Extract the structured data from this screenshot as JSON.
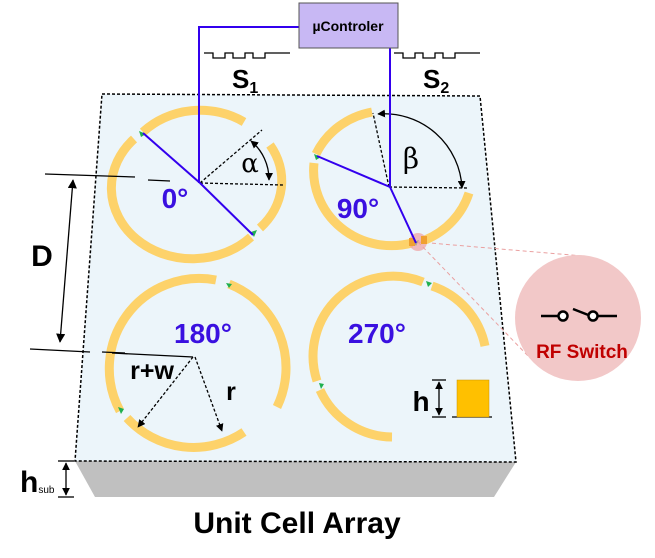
{
  "controller": {
    "label": "µControler"
  },
  "signals": [
    {
      "label": "S",
      "sub": "1"
    },
    {
      "label": "S",
      "sub": "2"
    }
  ],
  "cells": [
    {
      "phase_label": "0°"
    },
    {
      "phase_label": "90°"
    },
    {
      "phase_label": "180°"
    },
    {
      "phase_label": "270°"
    }
  ],
  "angles": {
    "alpha": "α",
    "beta": "β"
  },
  "dimensions": {
    "period": "D",
    "outer_radius": "r+w",
    "inner_radius": "r",
    "height": "h",
    "substrate_height": "h",
    "substrate_height_sub": "sub"
  },
  "rf_switch": {
    "label": "RF Switch"
  },
  "caption": "Unit Cell Array",
  "colors": {
    "ring": "#fdd26a",
    "ring_stroke": "#e8b43a",
    "patch": "#ffc000",
    "control_line": "#3300ee",
    "phase_text": "#3a10e0",
    "switch_marker": "#20b050",
    "controller_fill": "#c8b8f4",
    "substrate_top": "#ecf5fa",
    "substrate_side": "#c0c0c0",
    "rf_circle": "#f2c8c8",
    "rf_text": "#c00000"
  }
}
